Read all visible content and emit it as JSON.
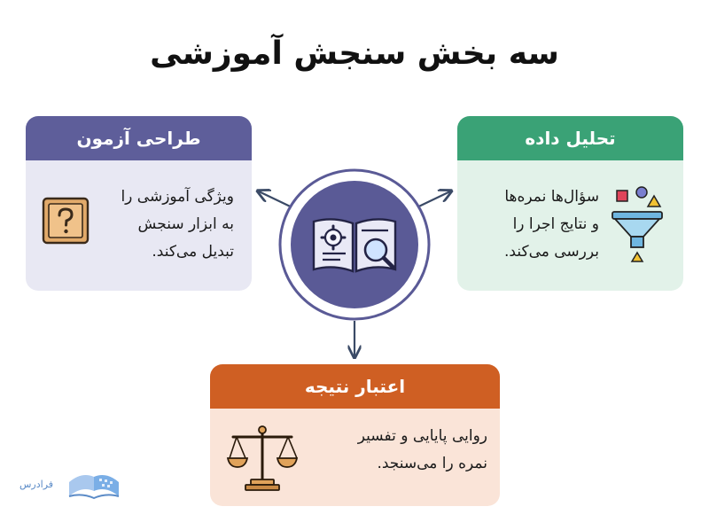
{
  "title": "سه بخش سنجش آموزشی",
  "cards": {
    "design": {
      "heading": "طراحی آزمون",
      "lines": [
        "ویژگی آموزشی را",
        "به ابزار سنجش",
        "تبدیل می‌کند."
      ],
      "icon": "question-box-icon",
      "color": "#5e5e9a"
    },
    "analysis": {
      "heading": "تحلیل داده",
      "lines": [
        "سؤال‌ها  نمره‌ها",
        "و نتایج اجرا را",
        "بررسی می‌کند."
      ],
      "icon": "funnel-icon",
      "color": "#3aa276"
    },
    "validity": {
      "heading": "اعتبار نتیجه",
      "lines": [
        "روایی پایایی و تفسیر",
        "نمره را می‌سنجد."
      ],
      "icon": "balance-scale-icon",
      "color": "#cf5f23"
    }
  },
  "hub": {
    "icon": "open-book-gear-magnifier-icon",
    "color": "#5a5a96"
  },
  "logo": {
    "text": "فرادرس"
  }
}
